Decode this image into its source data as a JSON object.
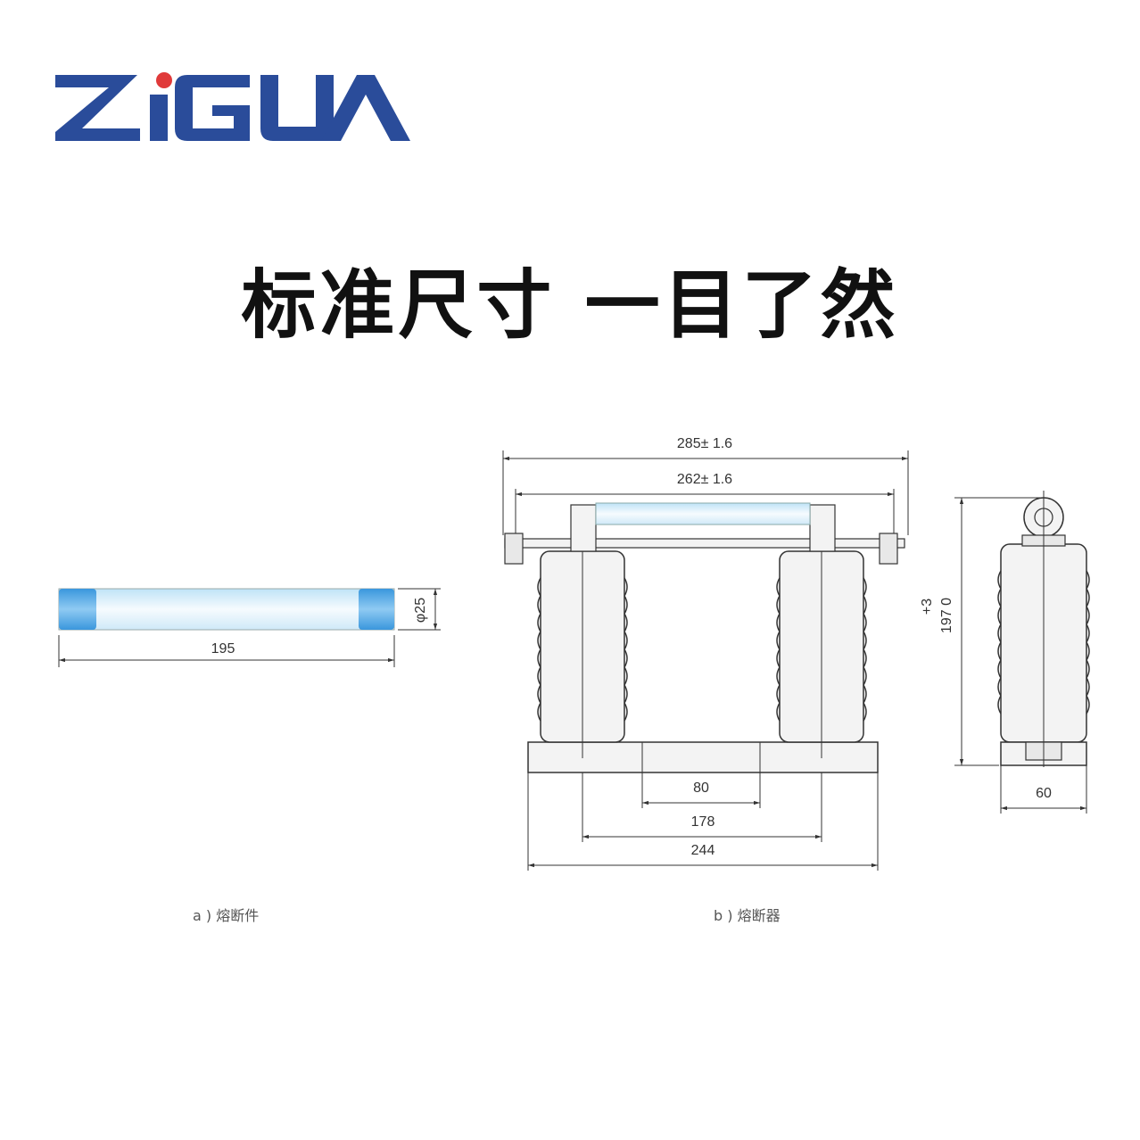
{
  "brand": {
    "logo_text": "ZiGUA",
    "color": "#2a4c9a"
  },
  "headline": "标准尺寸 一目了然",
  "fuse_link": {
    "length": "195",
    "diameter": "φ25",
    "caption": "a ) 熔断件"
  },
  "fuse_holder": {
    "overall_length": "285± 1.6",
    "contact_span": "262± 1.6",
    "dim_80": "80",
    "dim_178": "178",
    "dim_244": "244",
    "height_main": "197 0",
    "height_tol": "+3",
    "side_width": "60",
    "caption": "b ) 熔断器"
  },
  "colors": {
    "line": "#333333",
    "insulator": "#f3f3f3",
    "tube_center": "#eef7fc",
    "tube_cap": "#5aaee8"
  }
}
